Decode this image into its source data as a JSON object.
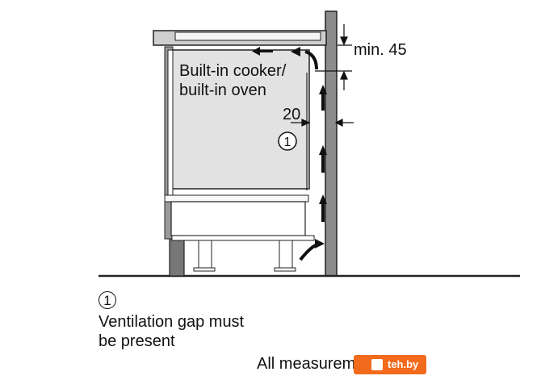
{
  "labels": {
    "appliance_line1": "Built-in cooker/",
    "appliance_line2": "built-in oven",
    "min_gap": "min. 45",
    "side_gap": "20",
    "callout_number": "1"
  },
  "legend": {
    "number": "1",
    "line1": "Ventilation gap must",
    "line2": "be present"
  },
  "footer": {
    "text": "All measurem"
  },
  "watermark": {
    "text": "teh.by"
  },
  "colors": {
    "wall": "#888888",
    "appliance": "#e8e8e8",
    "outline": "#222222",
    "watermark": "#f26a1b"
  }
}
